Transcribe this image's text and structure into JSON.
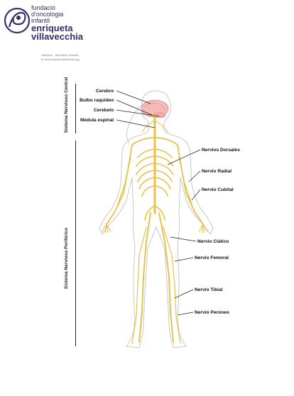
{
  "logo": {
    "line1": "fundació",
    "line2": "d'oncologia",
    "line3": "infantil",
    "line4": "enriqueta",
    "line5": "villavecchia"
  },
  "meta": {
    "line1": "Ilustración · José Martín González",
    "line2": "(© www.enriqueta-villavecchia.org)"
  },
  "sections": {
    "central": "Sistema Nervioso Central",
    "peripheral": "Sistema Nervioso Periférico"
  },
  "labels": {
    "cerebro": "Cerebro",
    "bulbo": "Bulbo raquídeo",
    "cerebelo": "Cerebelo",
    "medula": "Médula espinal",
    "dorsales": "Nervios Dorsales",
    "radial": "Nervio Radial",
    "cubital": "Nervio Cubital",
    "ciatico": "Nervio Ciático",
    "femoral": "Nervio Femoral",
    "tibial": "Nervio Tibial",
    "peroneo": "Nervio Peroneo"
  },
  "colors": {
    "nerve": "#e6c24a",
    "brain": "#f4b9b9",
    "outline": "#c8c8c8",
    "brand": "#3a2d6b"
  }
}
